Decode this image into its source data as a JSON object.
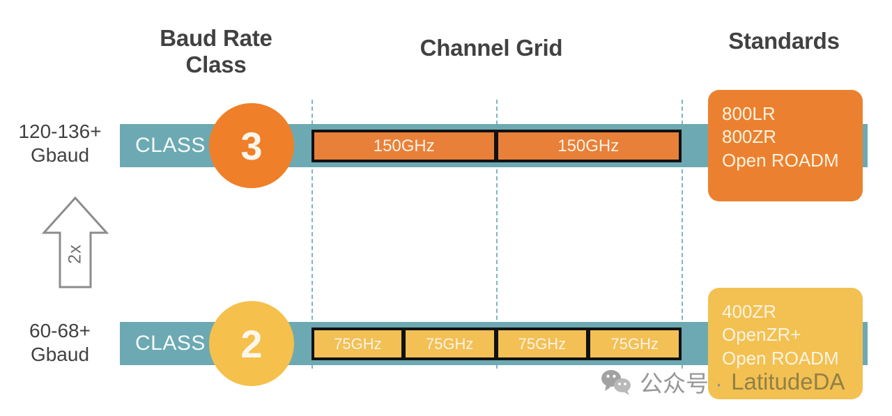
{
  "headers": {
    "baud_rate_class": "Baud Rate\nClass",
    "baud_rate_class_line1": "Baud Rate",
    "baud_rate_class_line2": "Class",
    "channel_grid": "Channel Grid",
    "standards": "Standards"
  },
  "colors": {
    "teal_band": "#6da9b2",
    "orange": "#ef7f29",
    "orange_box": "#e8803a",
    "amber": "#f5c04b",
    "amber_box": "#f2c055",
    "text_dark": "#414141",
    "grid_line": "#7fb4c4",
    "box_border": "#111111"
  },
  "rows": [
    {
      "id": "class-3",
      "baud_label_line1": "120-136+",
      "baud_label_line2": "Gbaud",
      "class_word": "CLASS",
      "class_number": "3",
      "channels": [
        {
          "label": "150GHz"
        },
        {
          "label": "150GHz"
        }
      ],
      "standards": [
        "800LR",
        "800ZR",
        "Open ROADM"
      ]
    },
    {
      "id": "class-2",
      "baud_label_line1": "60-68+",
      "baud_label_line2": "Gbaud",
      "class_word": "CLASS",
      "class_number": "2",
      "channels": [
        {
          "label": "75GHz"
        },
        {
          "label": "75GHz"
        },
        {
          "label": "75GHz"
        },
        {
          "label": "75GHz"
        }
      ],
      "standards": [
        "400ZR",
        "OpenZR+",
        "Open ROADM"
      ]
    }
  ],
  "arrow": {
    "label": "2x",
    "direction": "up"
  },
  "watermark": {
    "icon": "wechat-icon",
    "text": "公众号 ·",
    "brand": "LatitudeDA"
  }
}
